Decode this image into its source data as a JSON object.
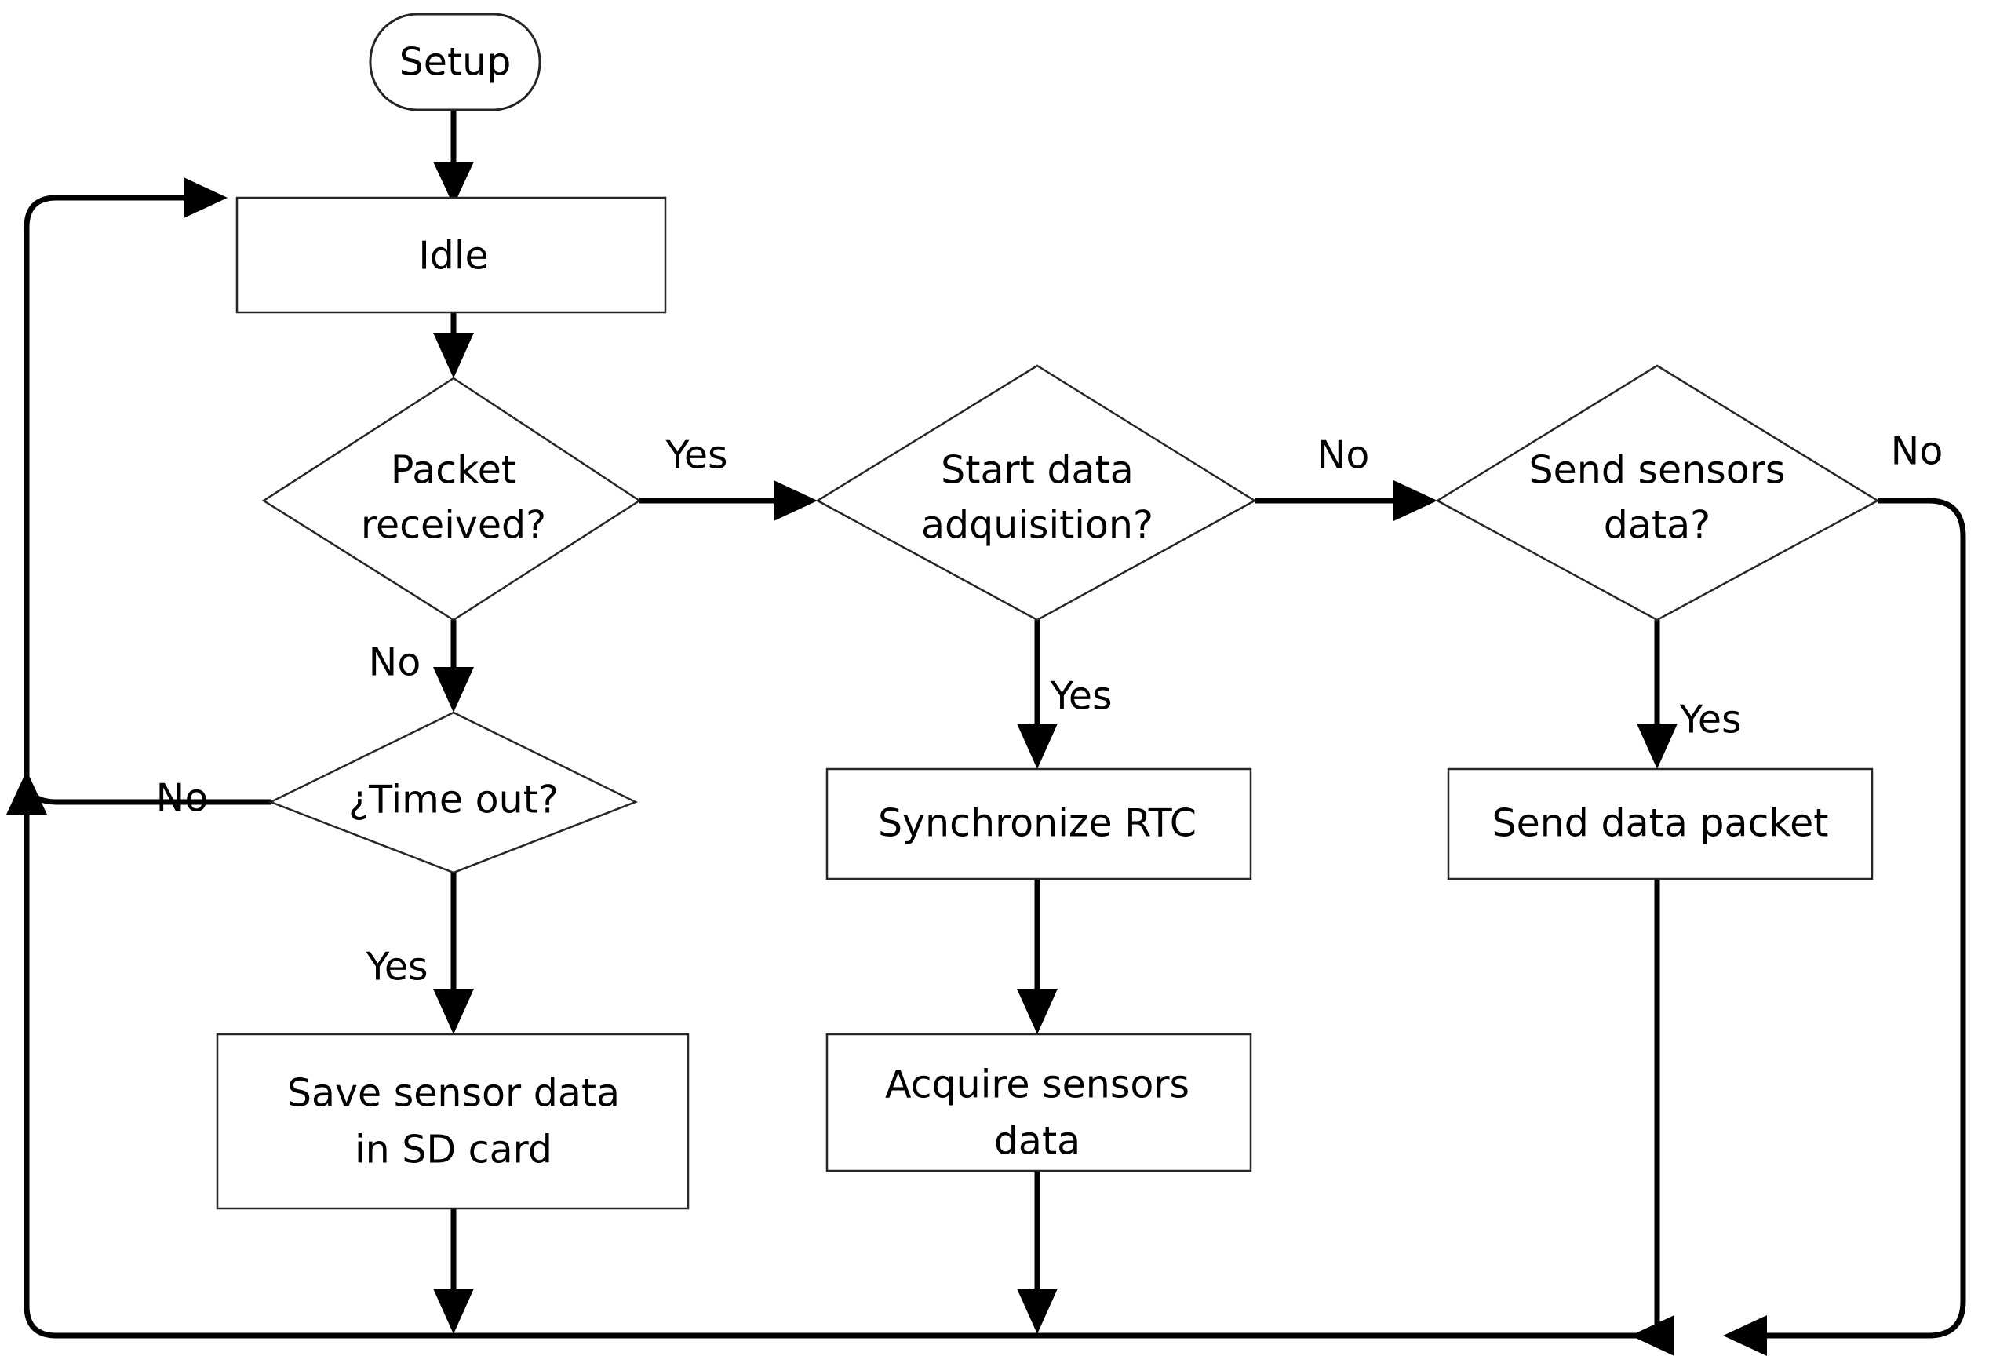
{
  "diagram": {
    "title": "Firmware state machine flowchart",
    "background_color": "#ffffff",
    "line_color": "#000000",
    "node_fill": "#ffffff",
    "node_stroke": "#262626"
  },
  "nodes": {
    "setup": {
      "label": "Setup",
      "shape": "rounded-terminator"
    },
    "idle": {
      "label": "Idle",
      "shape": "process"
    },
    "packet_received": {
      "label_line1": "Packet",
      "label_line2": "received?",
      "shape": "decision"
    },
    "time_out": {
      "label": "¿Time out?",
      "shape": "decision"
    },
    "save_sensor_data": {
      "label_line1": "Save sensor data",
      "label_line2": "in SD card",
      "shape": "process"
    },
    "start_data_adquisition": {
      "label_line1": "Start data",
      "label_line2": "adquisition?",
      "shape": "decision"
    },
    "synchronize_rtc": {
      "label": "Synchronize RTC",
      "shape": "process"
    },
    "acquire_sensors_data": {
      "label_line1": "Acquire sensors",
      "label_line2": "data",
      "shape": "process"
    },
    "send_sensors_data": {
      "label_line1": "Send sensors",
      "label_line2": "data?",
      "shape": "decision"
    },
    "send_data_packet": {
      "label": "Send data packet",
      "shape": "process"
    }
  },
  "edge_labels": {
    "packet_yes": "Yes",
    "packet_no": "No",
    "timeout_no": "No",
    "timeout_yes": "Yes",
    "adquisition_no": "No",
    "adquisition_yes": "Yes",
    "sendsensors_no": "No",
    "sendsensors_yes": "Yes"
  },
  "edges": [
    {
      "from": "setup",
      "to": "idle",
      "label": ""
    },
    {
      "from": "idle",
      "to": "packet_received",
      "label": ""
    },
    {
      "from": "packet_received",
      "to": "start_data_adquisition",
      "label": "Yes"
    },
    {
      "from": "packet_received",
      "to": "time_out",
      "label": "No"
    },
    {
      "from": "time_out",
      "to": "idle",
      "label": "No"
    },
    {
      "from": "time_out",
      "to": "save_sensor_data",
      "label": "Yes"
    },
    {
      "from": "save_sensor_data",
      "to": "idle",
      "label": ""
    },
    {
      "from": "start_data_adquisition",
      "to": "send_sensors_data",
      "label": "No"
    },
    {
      "from": "start_data_adquisition",
      "to": "synchronize_rtc",
      "label": "Yes"
    },
    {
      "from": "synchronize_rtc",
      "to": "acquire_sensors_data",
      "label": ""
    },
    {
      "from": "acquire_sensors_data",
      "to": "idle",
      "label": ""
    },
    {
      "from": "send_sensors_data",
      "to": "idle",
      "label": "No"
    },
    {
      "from": "send_sensors_data",
      "to": "send_data_packet",
      "label": "Yes"
    },
    {
      "from": "send_data_packet",
      "to": "idle",
      "label": ""
    }
  ]
}
